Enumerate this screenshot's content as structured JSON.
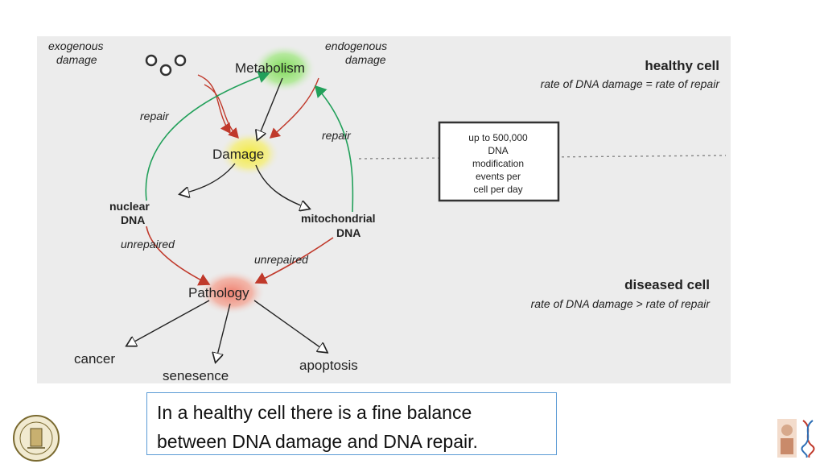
{
  "diagram": {
    "labels": {
      "exogenous_line1": "exogenous",
      "exogenous_line2": "damage",
      "endogenous_line1": "endogenous",
      "endogenous_line2": "damage",
      "metabolism": "Metabolism",
      "repair_left": "repair",
      "repair_right": "repair",
      "damage": "Damage",
      "nuclear_line1": "nuclear",
      "nuclear_line2": "DNA",
      "mito_line1": "mitochondrial",
      "mito_line2": "DNA",
      "unrepaired_left": "unrepaired",
      "unrepaired_right": "unrepaired",
      "pathology": "Pathology",
      "cancer": "cancer",
      "senesence": "senesence",
      "apoptosis": "apoptosis"
    },
    "healthy": {
      "title": "healthy cell",
      "subtitle": "rate of DNA damage = rate of repair",
      "title_color": "#2e9e2e"
    },
    "diseased": {
      "title": "diseased cell",
      "subtitle": "rate of DNA damage > rate of repair",
      "title_color": "#c0282a"
    },
    "box": {
      "line1": "up to 500,000",
      "line2": "DNA",
      "line3": "modification",
      "line4": "events per",
      "line5": "cell per day"
    },
    "colors": {
      "repair_arrow": "#22a05a",
      "unrepaired_arrow": "#c0392b",
      "metabolism_glow": "#7ed957",
      "damage_glow": "#f2ea3c",
      "pathology_glow": "#f08070"
    }
  },
  "caption": {
    "line1": "In a healthy cell there is a fine balance",
    "line2": "between DNA damage and DNA repair."
  }
}
